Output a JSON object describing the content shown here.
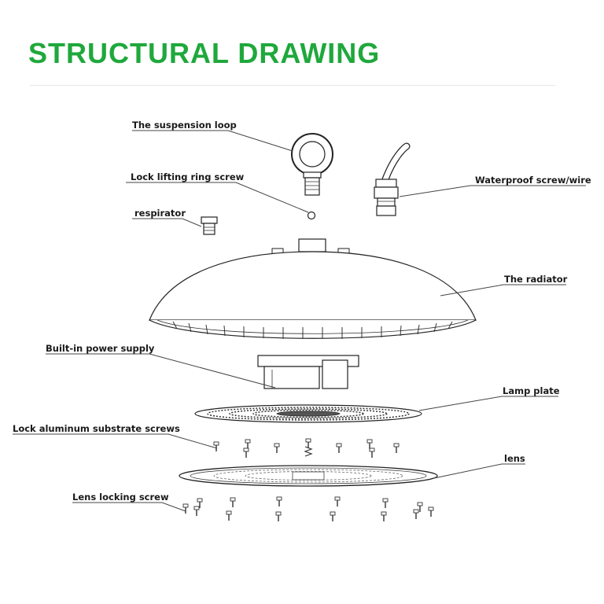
{
  "title": "STRUCTURAL DRAWING",
  "colors": {
    "title": "#1fa83c",
    "rule": "#e6e6e6",
    "line": "#444444"
  },
  "labels": {
    "suspension_loop": "The suspension loop",
    "lock_lifting_ring_screw": "Lock lifting ring screw",
    "respirator": "respirator",
    "waterproof_screw_wire": "Waterproof screw/wire",
    "radiator": "The radiator",
    "power_supply": "Built-in power supply",
    "lamp_plate": "Lamp plate",
    "lock_aluminum_screws": "Lock aluminum substrate screws",
    "lens": "lens",
    "lens_locking_screw": "Lens locking screw"
  }
}
